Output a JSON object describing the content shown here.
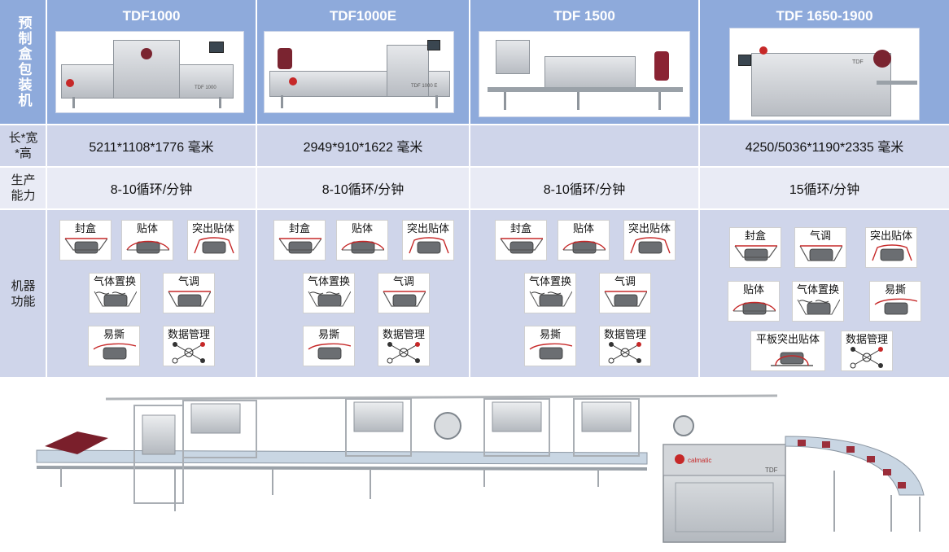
{
  "title_vertical": "预制盒包装机",
  "row_labels": {
    "dimensions": "长*宽*高",
    "capacity": "生产能力",
    "functions": "机器功能"
  },
  "models": [
    {
      "name": "TDF1000",
      "dimensions": "5211*1108*1776 毫米",
      "capacity": "8-10循环/分钟",
      "badge": "TDF 1000"
    },
    {
      "name": "TDF1000E",
      "dimensions": "2949*910*1622 毫米",
      "capacity": "8-10循环/分钟",
      "badge": "TDF 1000 E"
    },
    {
      "name": "TDF 1500",
      "dimensions": "",
      "capacity": "8-10循环/分钟",
      "badge": ""
    },
    {
      "name": "TDF 1650-1900",
      "dimensions": "4250/5036*1190*2335 毫米",
      "capacity": "15循环/分钟",
      "badge": "TDF"
    }
  ],
  "functions": {
    "seal": "封盒",
    "skin": "贴体",
    "super_skin": "突出贴体",
    "gas_flush": "气体置换",
    "map": "气调",
    "easy_peel": "易撕",
    "data": "数据管理",
    "flat_super_skin": "平板突出贴体"
  },
  "brand": {
    "logo_text": "calmatic",
    "accent": "#c62828",
    "header_bg": "#8eaadb",
    "row_dark": "#cfd5ea",
    "row_light": "#e9ebf5"
  },
  "line_badge": "TDF"
}
